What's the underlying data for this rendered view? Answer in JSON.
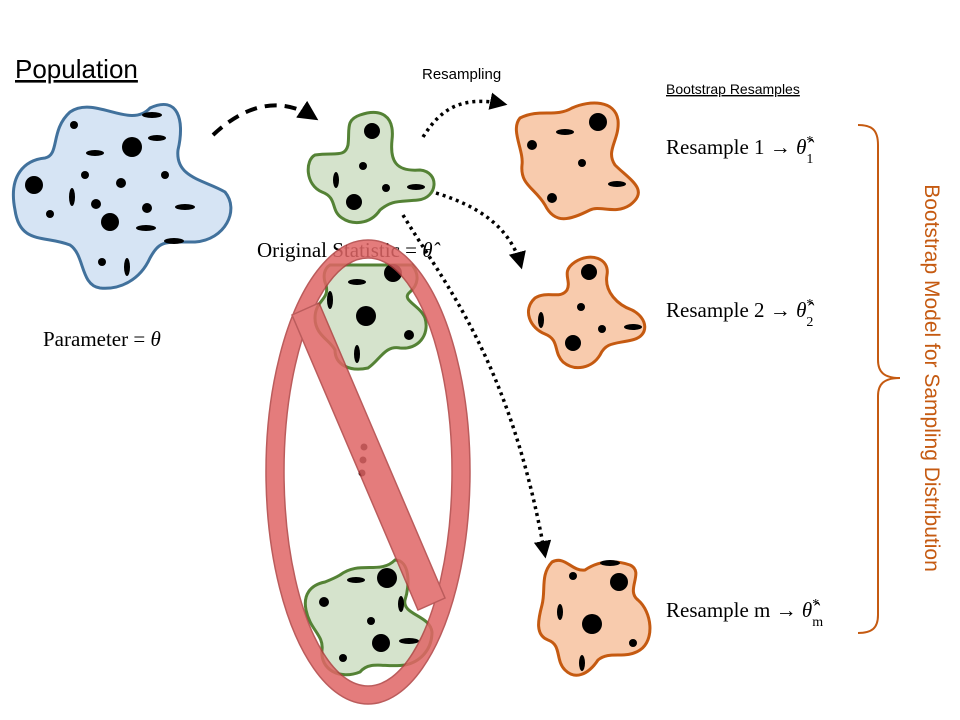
{
  "population": {
    "title": "Population",
    "parameter_label": "Parameter = ",
    "parameter_symbol": "θ"
  },
  "sample": {
    "statistic_label": "Original Statistic = ",
    "statistic_symbol": "θ̂"
  },
  "resampling_label": "Resampling",
  "bootstrap_header": "Bootstrap Resamples",
  "resamples": [
    {
      "label": "Resample 1 → ",
      "symbol": "θ̂",
      "superscript": "*",
      "subscript": "1"
    },
    {
      "label": "Resample 2 → ",
      "symbol": "θ̂",
      "superscript": "*",
      "subscript": "2"
    },
    {
      "label": "Resample m → ",
      "symbol": "θ̂",
      "superscript": "*",
      "subscript": "m"
    }
  ],
  "brace_label": "Bootstrap Model for Sampling Distribution",
  "colors": {
    "population_fill": "#d6e4f4",
    "population_stroke": "#41719c",
    "sample_fill": "#d5e3cc",
    "sample_stroke": "#548235",
    "resample_fill": "#f8cbad",
    "resample_stroke": "#c55a11",
    "prohibition": "#e06666",
    "brace_text": "#c55a11"
  }
}
